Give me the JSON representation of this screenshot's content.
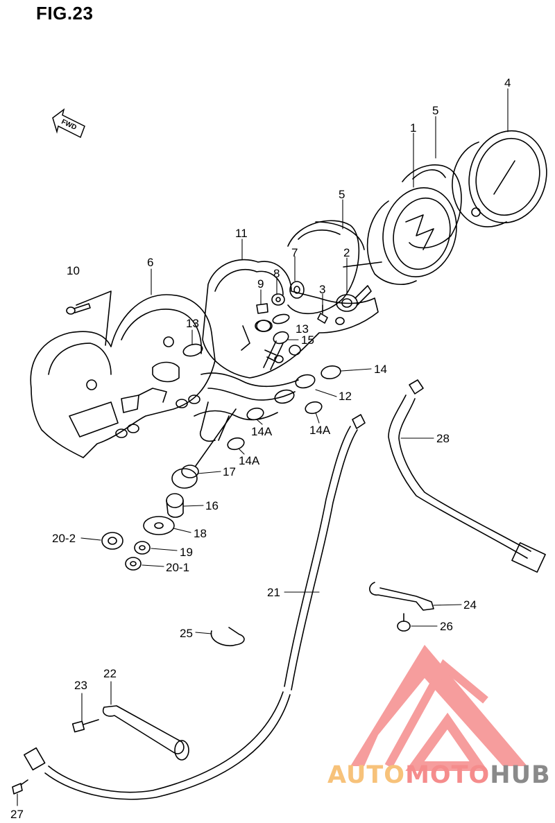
{
  "figure": {
    "title": "FIG.23"
  },
  "fwd_label": "FWD",
  "callouts": [
    {
      "id": "1",
      "label": "1"
    },
    {
      "id": "2",
      "label": "2"
    },
    {
      "id": "3",
      "label": "3"
    },
    {
      "id": "4",
      "label": "4"
    },
    {
      "id": "5a",
      "label": "5"
    },
    {
      "id": "5b",
      "label": "5"
    },
    {
      "id": "6",
      "label": "6"
    },
    {
      "id": "7",
      "label": "7"
    },
    {
      "id": "8",
      "label": "8"
    },
    {
      "id": "9",
      "label": "9"
    },
    {
      "id": "10",
      "label": "10"
    },
    {
      "id": "11",
      "label": "11"
    },
    {
      "id": "12",
      "label": "12"
    },
    {
      "id": "13a",
      "label": "13"
    },
    {
      "id": "13b",
      "label": "13"
    },
    {
      "id": "14",
      "label": "14"
    },
    {
      "id": "14Aa",
      "label": "14A"
    },
    {
      "id": "14Ab",
      "label": "14A"
    },
    {
      "id": "14Ac",
      "label": "14A"
    },
    {
      "id": "15",
      "label": "15"
    },
    {
      "id": "16",
      "label": "16"
    },
    {
      "id": "17",
      "label": "17"
    },
    {
      "id": "18",
      "label": "18"
    },
    {
      "id": "19",
      "label": "19"
    },
    {
      "id": "20-1",
      "label": "20-1"
    },
    {
      "id": "20-2",
      "label": "20-2"
    },
    {
      "id": "21",
      "label": "21"
    },
    {
      "id": "22",
      "label": "22"
    },
    {
      "id": "23",
      "label": "23"
    },
    {
      "id": "24",
      "label": "24"
    },
    {
      "id": "25",
      "label": "25"
    },
    {
      "id": "26",
      "label": "26"
    },
    {
      "id": "27",
      "label": "27"
    },
    {
      "id": "28",
      "label": "28"
    }
  ],
  "watermark": {
    "part1": "AUTO",
    "part2": "MOTO",
    "part3": "HUB",
    "colors": {
      "auto": "#f7c27a",
      "moto": "#f58c8c",
      "hub": "#8a8a8a",
      "triangle": "#f58c8c"
    }
  }
}
